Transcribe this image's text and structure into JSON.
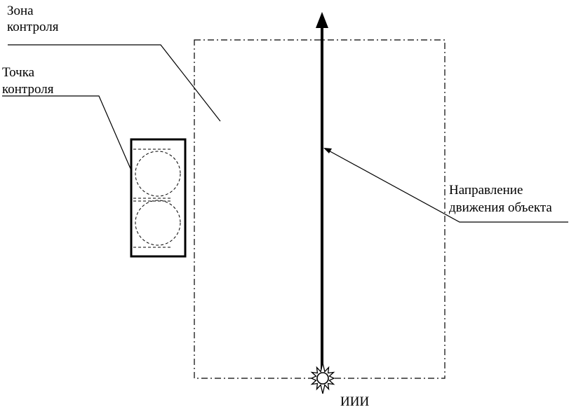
{
  "labels": {
    "control_zone": [
      "Зона",
      "контроля"
    ],
    "control_point": [
      "Точка",
      "контроля"
    ],
    "movement_direction": [
      "Направление",
      "движения объекта"
    ],
    "source": "ИИИ"
  },
  "colors": {
    "line": "#000000",
    "background": "#ffffff"
  }
}
